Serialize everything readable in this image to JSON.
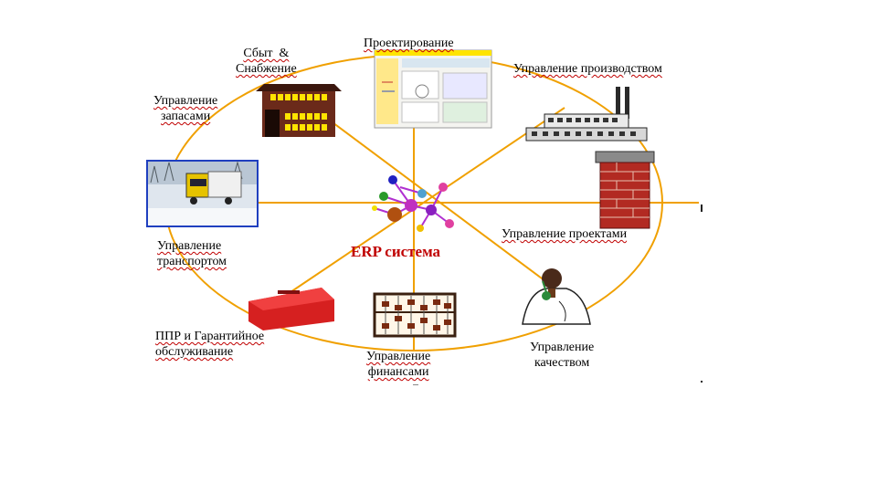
{
  "center": {
    "label": "ERP система"
  },
  "modules": {
    "sales": "Сбыт  &\nСнабжение",
    "design": "Проектирование",
    "production": "Управление производством",
    "inventory": "Управление\nзапасами",
    "transport": "Управление\nтранспортом",
    "projects": "Управление проектами",
    "maintenance": "ППР и Гарантийное\nобслуживание",
    "finance": "Управление\nфинансами",
    "quality": "Управление\nкачеством"
  },
  "colors": {
    "ring": "#f0a000",
    "spoke": "#f0a000",
    "center_text": "#c00000",
    "building_brown": "#6b2a1a",
    "window_yellow": "#ffe400",
    "brick": "#b22a22",
    "toolbox": "#d62020"
  },
  "icons": [
    "building-icon",
    "software-screen-icon",
    "factory-icon",
    "truck-photo-icon",
    "molecule-icon",
    "chimney-icon",
    "toolbox-icon",
    "abacus-icon",
    "scientist-icon"
  ]
}
